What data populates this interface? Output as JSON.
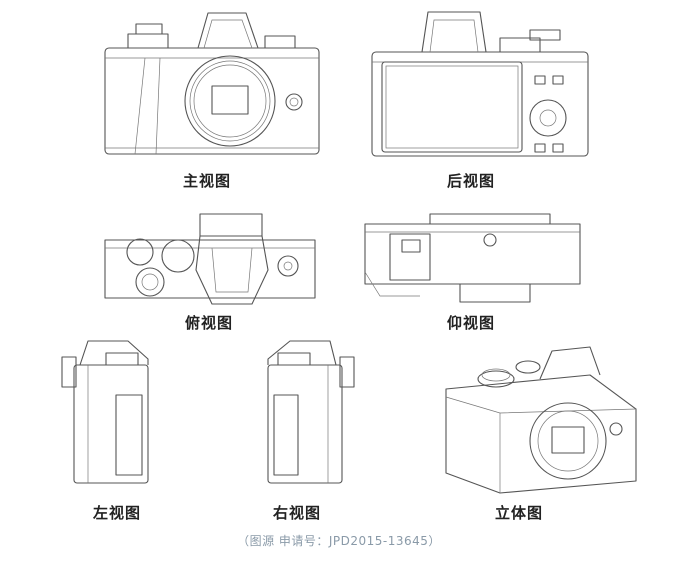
{
  "views": {
    "front": "主视图",
    "rear": "后视图",
    "top": "俯视图",
    "bottom": "仰视图",
    "left": "左视图",
    "right": "右视图",
    "perspective": "立体图"
  },
  "source_note": "（图源 申请号：JPD2015-13645）"
}
